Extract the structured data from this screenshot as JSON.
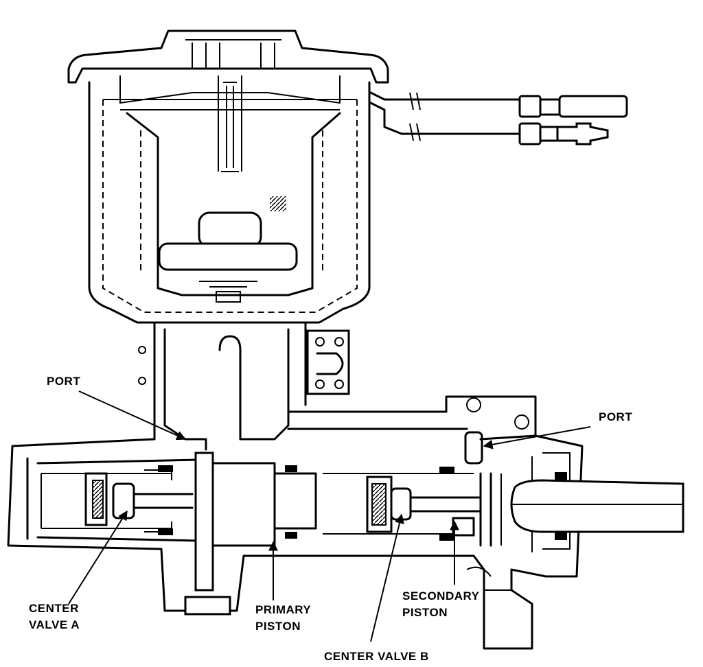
{
  "labels": {
    "port_left": "PORT",
    "port_right": "PORT",
    "center_valve_a_line1": "CENTER",
    "center_valve_a_line2": "VALVE A",
    "primary_piston_line1": "PRIMARY",
    "primary_piston_line2": "PISTON",
    "secondary_piston_line1": "SECONDARY",
    "secondary_piston_line2": "PISTON",
    "center_valve_b": "CENTER VALVE B"
  }
}
